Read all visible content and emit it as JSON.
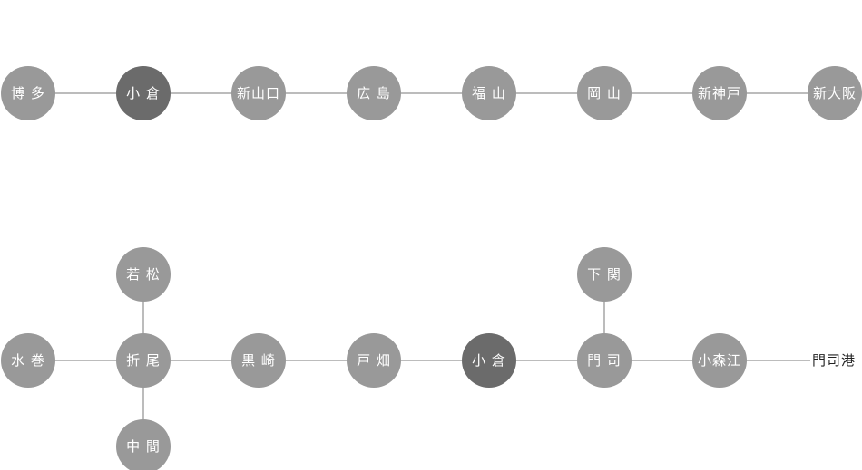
{
  "colors": {
    "station": "#999999",
    "highlight": "#6b6b6b",
    "line": "#a6a6a6",
    "label": "#ffffff",
    "terminal_label": "#222222"
  },
  "shinkansen": {
    "stations": [
      {
        "label": "博 多",
        "highlight": false
      },
      {
        "label": "小 倉",
        "highlight": true
      },
      {
        "label": "新山口",
        "highlight": false
      },
      {
        "label": "広 島",
        "highlight": false
      },
      {
        "label": "福 山",
        "highlight": false
      },
      {
        "label": "岡 山",
        "highlight": false
      },
      {
        "label": "新神戸",
        "highlight": false
      },
      {
        "label": "新大阪",
        "highlight": false
      }
    ]
  },
  "local": {
    "stations": [
      {
        "label": "水 巻",
        "highlight": false
      },
      {
        "label": "折 尾",
        "highlight": false
      },
      {
        "label": "黒 崎",
        "highlight": false
      },
      {
        "label": "戸 畑",
        "highlight": false
      },
      {
        "label": "小 倉",
        "highlight": true
      },
      {
        "label": "門 司",
        "highlight": false
      },
      {
        "label": "小森江",
        "highlight": false
      }
    ],
    "terminal": {
      "label": "門司港"
    },
    "branches": [
      {
        "label": "若 松",
        "parent": 1,
        "dir": "up"
      },
      {
        "label": "中 間",
        "parent": 1,
        "dir": "down"
      },
      {
        "label": "下 関",
        "parent": 5,
        "dir": "up"
      }
    ]
  }
}
